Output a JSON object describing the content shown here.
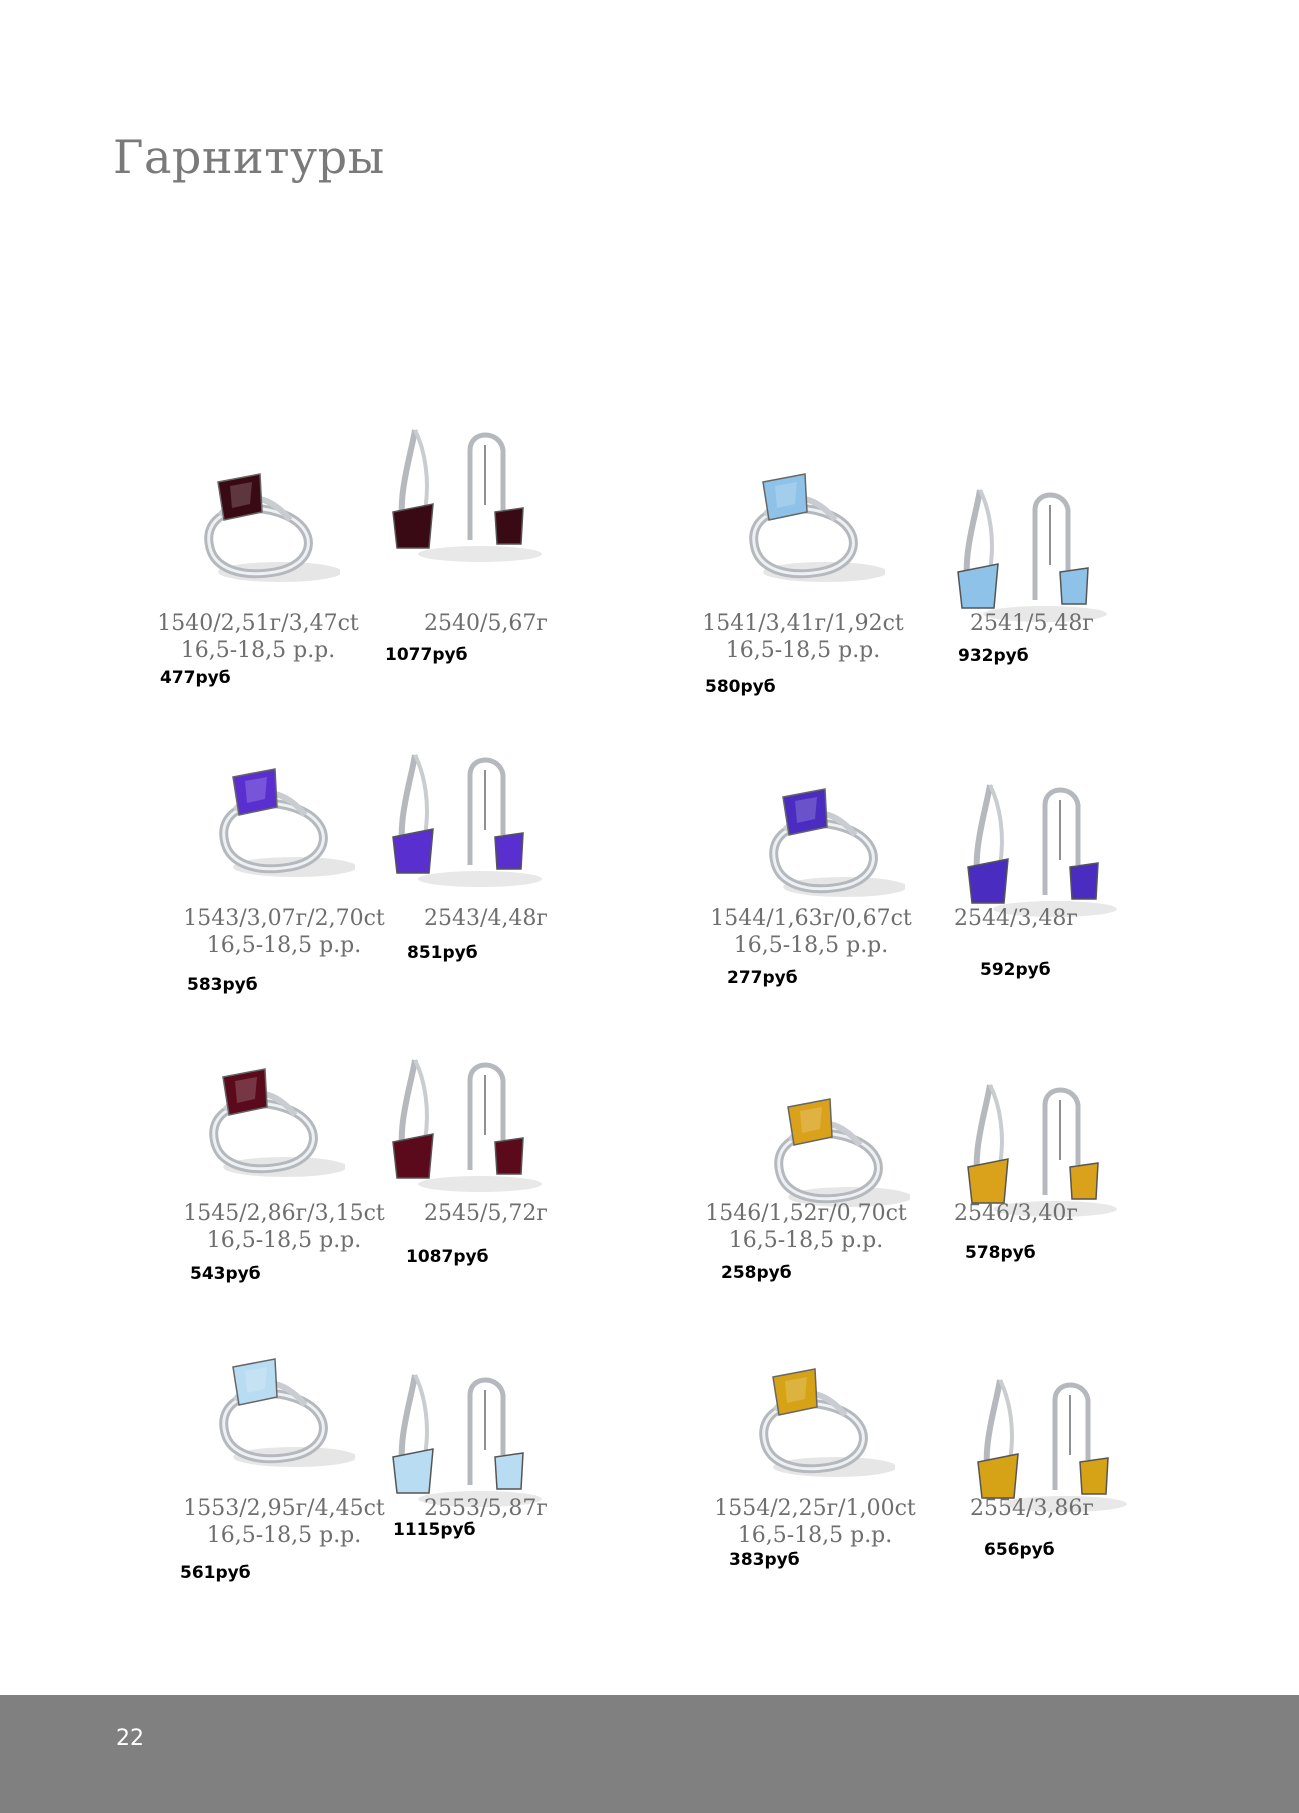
{
  "page": {
    "title": "Гарнитуры",
    "page_number": "22"
  },
  "sets": [
    {
      "ring": {
        "code": "1540/2,51г/3,47ct",
        "sizes": "16,5-18,5 р.р.",
        "price": "477руб",
        "stone": "#3a0a14",
        "icon": "ring-icon"
      },
      "earrings": {
        "code": "2540/5,67г",
        "price": "1077руб",
        "stone": "#3a0a14",
        "icon": "earrings-icon"
      }
    },
    {
      "ring": {
        "code": "1541/3,41г/1,92ct",
        "sizes": "16,5-18,5 р.р.",
        "price": "580руб",
        "stone": "#8fc2e8",
        "icon": "ring-icon"
      },
      "earrings": {
        "code": "2541/5,48г",
        "price": "932руб",
        "stone": "#8fc2e8",
        "icon": "earrings-icon"
      }
    },
    {
      "ring": {
        "code": "1543/3,07г/2,70ct",
        "sizes": "16,5-18,5 р.р.",
        "price": "583руб",
        "stone": "#5a2fd0",
        "icon": "ring-icon"
      },
      "earrings": {
        "code": "2543/4,48г",
        "price": "851руб",
        "stone": "#5a2fd0",
        "icon": "earrings-icon"
      }
    },
    {
      "ring": {
        "code": "1544/1,63г/0,67ct",
        "sizes": "16,5-18,5 р.р.",
        "price": "277руб",
        "stone": "#4a2cc0",
        "icon": "ring-icon"
      },
      "earrings": {
        "code": "2544/3,48г",
        "price": "592руб",
        "stone": "#4a2cc0",
        "icon": "earrings-icon"
      }
    },
    {
      "ring": {
        "code": "1545/2,86г/3,15ct",
        "sizes": "16,5-18,5 р.р.",
        "price": "543руб",
        "stone": "#5a0a1a",
        "icon": "ring-icon"
      },
      "earrings": {
        "code": "2545/5,72г",
        "price": "1087руб",
        "stone": "#5a0a1a",
        "icon": "earrings-icon"
      }
    },
    {
      "ring": {
        "code": "1546/1,52г/0,70ct",
        "sizes": "16,5-18,5 р.р.",
        "price": "258руб",
        "stone": "#d9a21a",
        "icon": "ring-icon"
      },
      "earrings": {
        "code": "2546/3,40г",
        "price": "578руб",
        "stone": "#d9a21a",
        "icon": "earrings-icon"
      }
    },
    {
      "ring": {
        "code": "1553/2,95г/4,45ct",
        "sizes": "16,5-18,5 р.р.",
        "price": "561руб",
        "stone": "#b8dcf2",
        "icon": "ring-icon"
      },
      "earrings": {
        "code": "2553/5,87г",
        "price": "1115руб",
        "stone": "#b8dcf2",
        "icon": "earrings-icon"
      }
    },
    {
      "ring": {
        "code": "1554/2,25г/1,00ct",
        "sizes": "16,5-18,5 р.р.",
        "price": "383руб",
        "stone": "#d6a317",
        "icon": "ring-icon"
      },
      "earrings": {
        "code": "2554/3,86г",
        "price": "656руб",
        "stone": "#d6a317",
        "icon": "earrings-icon"
      }
    }
  ]
}
